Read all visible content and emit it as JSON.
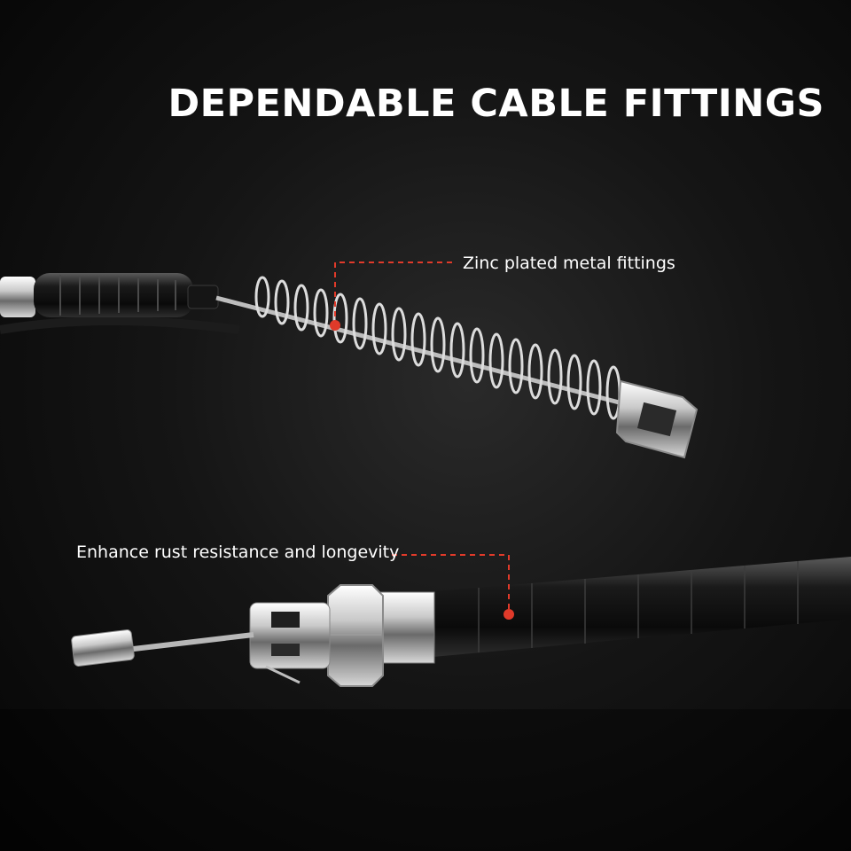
{
  "headline": "DEPENDABLE CABLE FITTINGS",
  "callouts": {
    "top": "Zinc plated metal fittings",
    "bottom": "Enhance rust resistance and longevity"
  },
  "colors": {
    "background": "#0d0d0d",
    "accent": "#e03a2a",
    "text": "#ffffff"
  }
}
